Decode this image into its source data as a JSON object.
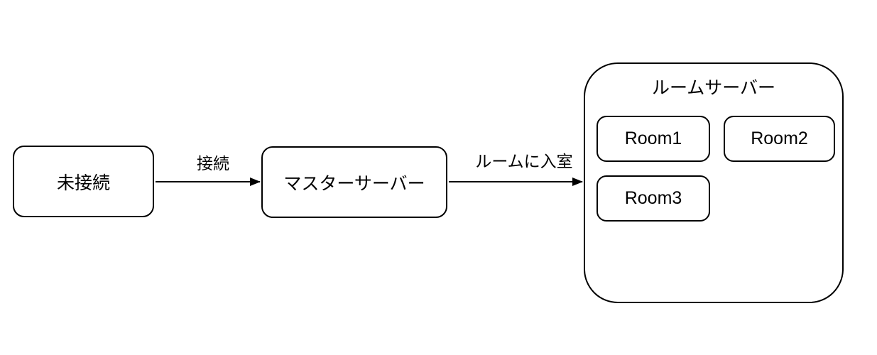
{
  "diagram": {
    "background": "#ffffff",
    "stroke_color": "#000000",
    "fill_color": "#ffffff",
    "nodes": {
      "unconnected": {
        "label": "未接続"
      },
      "master": {
        "label": "マスターサーバー"
      },
      "room_server": {
        "title": "ルームサーバー",
        "rooms": [
          {
            "label": "Room1"
          },
          {
            "label": "Room2"
          },
          {
            "label": "Room3"
          }
        ]
      }
    },
    "edges": {
      "connect": {
        "label": "接続",
        "from": "未接続",
        "to": "マスターサーバー"
      },
      "enter_room": {
        "label": "ルームに入室",
        "from": "マスターサーバー",
        "to": "ルームサーバー"
      }
    }
  }
}
